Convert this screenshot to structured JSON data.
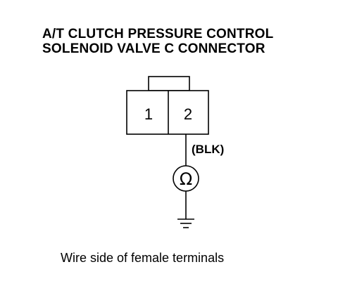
{
  "title": {
    "line1": "A/T CLUTCH PRESSURE CONTROL",
    "line2": "SOLENOID VALVE C CONNECTOR"
  },
  "connector": {
    "pins": [
      {
        "label": "1"
      },
      {
        "label": "2"
      }
    ]
  },
  "wire": {
    "color_label": "(BLK)"
  },
  "meter": {
    "symbol": "Ω",
    "icon": "ohmmeter-icon"
  },
  "ground": {
    "icon": "ground-symbol-icon"
  },
  "caption": "Wire side of female terminals"
}
